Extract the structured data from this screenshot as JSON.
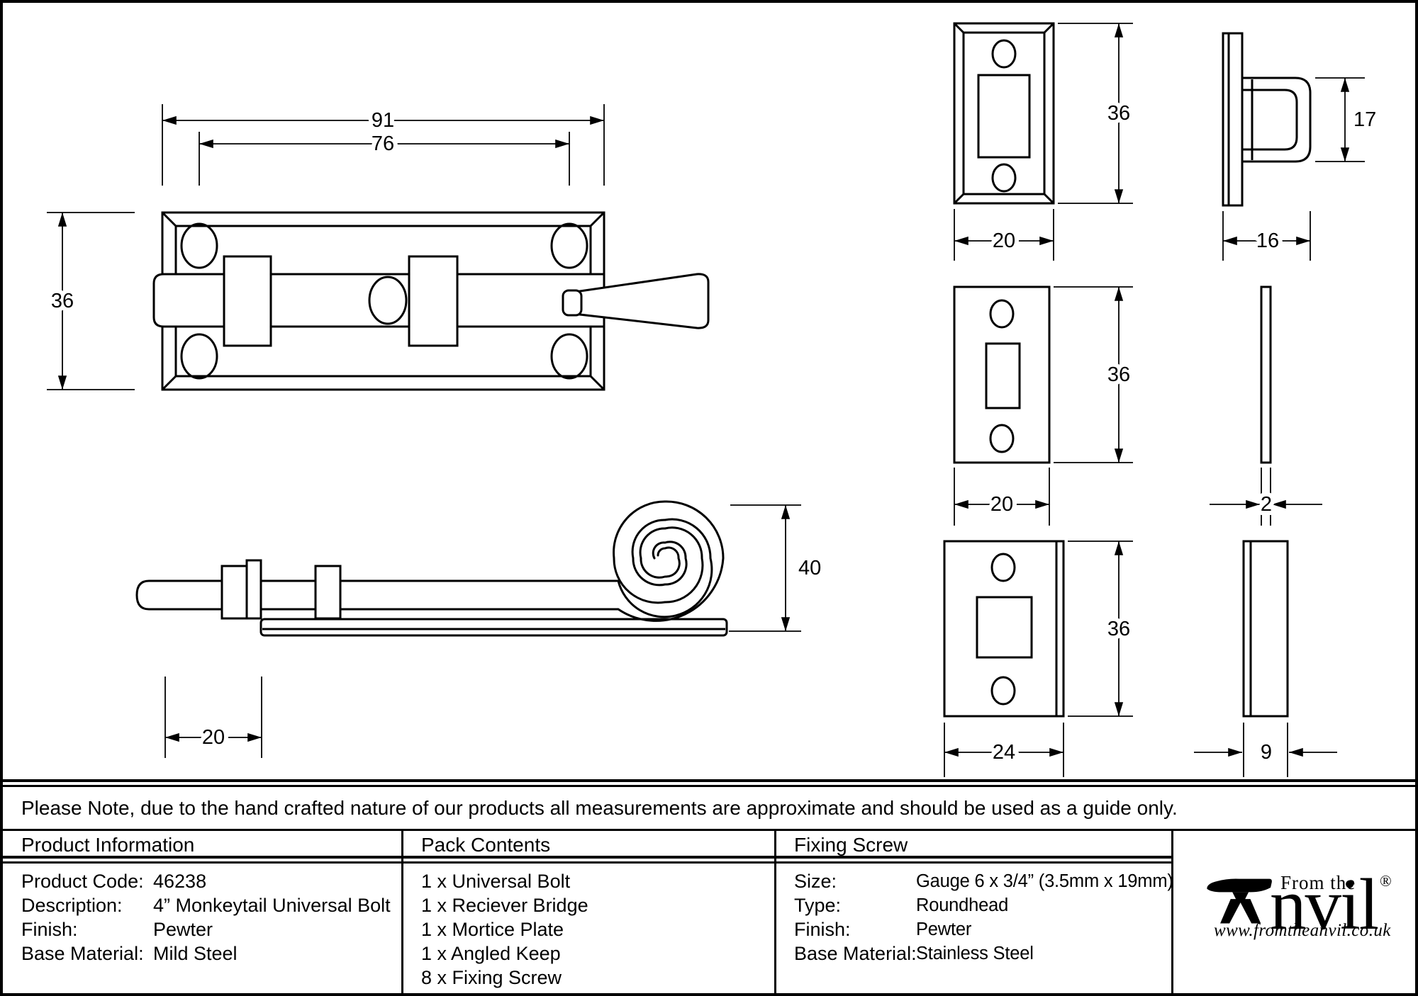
{
  "note": "Please Note, due to the hand crafted nature of our products all measurements are approximate and should be used as a guide only.",
  "table": {
    "product_information": {
      "title": "Product Information",
      "rows": [
        {
          "label": "Product Code:",
          "value": "46238"
        },
        {
          "label": "Description:",
          "value": "4” Monkeytail Universal Bolt"
        },
        {
          "label": "Finish:",
          "value": "Pewter"
        },
        {
          "label": "Base Material:",
          "value": "Mild Steel"
        }
      ]
    },
    "pack_contents": {
      "title": "Pack Contents",
      "items": [
        "1 x Universal Bolt",
        "1 x Reciever Bridge",
        "1 x Mortice Plate",
        "1 x Angled Keep",
        "8 x Fixing Screw"
      ]
    },
    "fixing_screw": {
      "title": "Fixing Screw",
      "rows": [
        {
          "label": "Size:",
          "value": "Gauge 6 x 3/4” (3.5mm x 19mm)"
        },
        {
          "label": "Type:",
          "value": "Roundhead"
        },
        {
          "label": "Finish:",
          "value": "Pewter"
        },
        {
          "label": "Base Material:",
          "value": "Stainless Steel"
        }
      ]
    }
  },
  "logo": {
    "prefix": "From the",
    "name": "Anvil",
    "name_rest": "nvil",
    "registered": "®",
    "url": "www.fromtheanvil.co.uk"
  },
  "dimensions": {
    "bolt_plan": {
      "overall_length": "91",
      "fixing_centres": "76",
      "plate_height": "36"
    },
    "bolt_side": {
      "tail_height": "40",
      "end_offset": "20"
    },
    "receiver_bridge": {
      "height": "36",
      "width": "20",
      "loop_height": "17",
      "depth": "16"
    },
    "mortice_plate": {
      "height": "36",
      "width": "20",
      "thickness": "2"
    },
    "angled_keep": {
      "height": "36",
      "width": "24",
      "depth": "9"
    }
  },
  "colors": {
    "line": "#000000",
    "background": "#ffffff"
  }
}
